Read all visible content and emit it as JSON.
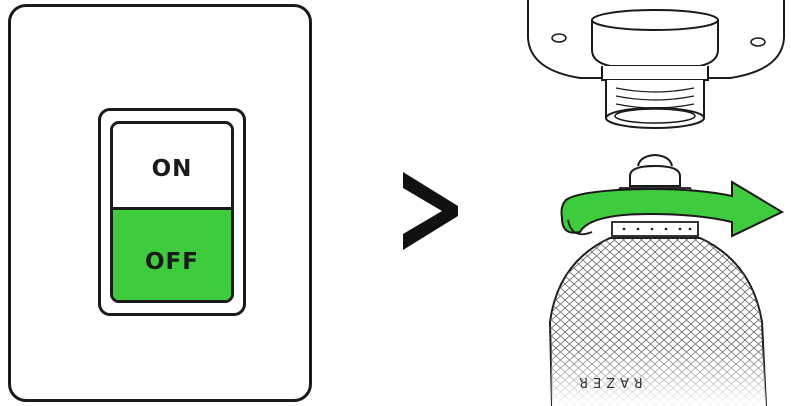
{
  "switch": {
    "on_label": "ON",
    "off_label": "OFF",
    "off_color": "#3ecb3e"
  },
  "arrow_color": "#3ecb3e",
  "device_brand": "RAZER",
  "icons": {
    "next": "chevron-right-icon",
    "rotate": "rotate-arrow-icon"
  }
}
